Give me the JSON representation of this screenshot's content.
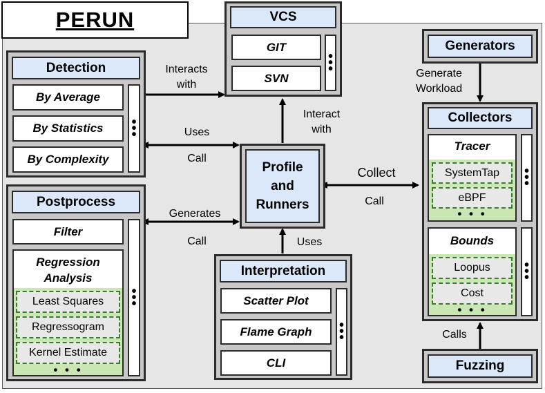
{
  "title": "PERUN",
  "vcs": {
    "header": "VCS",
    "items": [
      "GIT",
      "SVN"
    ]
  },
  "detection": {
    "header": "Detection",
    "items": [
      "By Average",
      "By Statistics",
      "By Complexity"
    ]
  },
  "postprocess": {
    "header": "Postprocess",
    "filter": "Filter",
    "regression_line1": "Regression",
    "regression_line2": "Analysis",
    "sub_items": [
      "Least Squares",
      "Regressogram",
      "Kernel Estimate"
    ]
  },
  "profile": {
    "line1": "Profile",
    "line2": "and",
    "line3": "Runners"
  },
  "interpretation": {
    "header": "Interpretation",
    "items": [
      "Scatter Plot",
      "Flame Graph",
      "CLI"
    ]
  },
  "generators": {
    "header": "Generators"
  },
  "collectors": {
    "header": "Collectors",
    "tracer": {
      "label": "Tracer",
      "sub_items": [
        "SystemTap",
        "eBPF"
      ]
    },
    "bounds": {
      "label": "Bounds",
      "sub_items": [
        "Loopus",
        "Cost"
      ]
    }
  },
  "fuzzing": {
    "header": "Fuzzing"
  },
  "edges": {
    "interacts_with_1": "Interacts",
    "interacts_with_2": "with",
    "interact_with_1": "Interact",
    "interact_with_2": "with",
    "uses_detection": "Uses",
    "call_detection": "Call",
    "generates": "Generates",
    "call_postprocess": "Call",
    "collect": "Collect",
    "call_collect": "Call",
    "uses_interp": "Uses",
    "generate_workload_1": "Generate",
    "generate_workload_2": "Workload",
    "calls": "Calls"
  },
  "ellipsis_h": "• • •",
  "ellipsis_v": "•\n•\n•",
  "colors": {
    "header_blue": "#dbe8f9",
    "green": "#c9e6b3",
    "frame_gray": "#c8c8c8",
    "canvas_gray": "#e6e6e6",
    "dashed_green": "#3a7a2e"
  }
}
